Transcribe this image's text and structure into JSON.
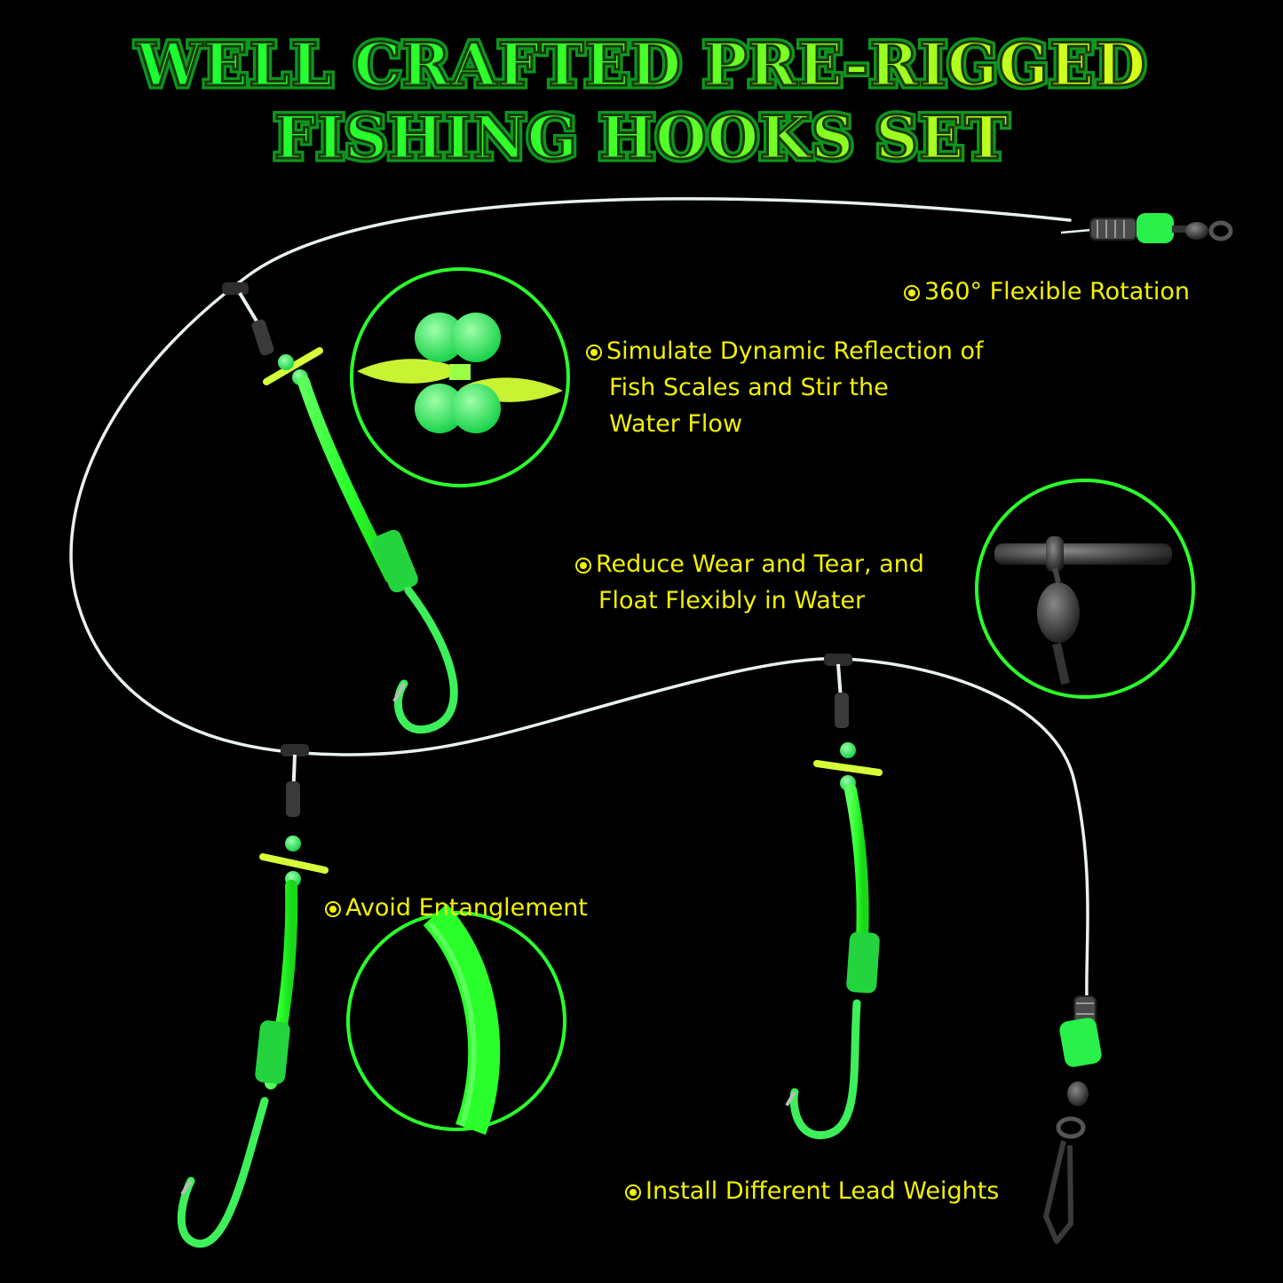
{
  "headline": {
    "line1": "WELL CRAFTED PRE-RIGGED",
    "line2": "FISHING HOOKS SET"
  },
  "features": {
    "rotation": {
      "text": "360° Flexible Rotation"
    },
    "reflection": {
      "line1": "Simulate Dynamic Reflection of",
      "line2": "Fish Scales and Stir the",
      "line3": "Water Flow"
    },
    "wear": {
      "line1": "Reduce Wear and Tear, and",
      "line2": "Float Flexibly in Water"
    },
    "entanglement": {
      "text": "Avoid Entanglement"
    },
    "weights": {
      "text": "Install Different Lead Weights"
    }
  },
  "colors": {
    "background": "#000000",
    "accent_green": "#3dff3d",
    "text_yellow": "#f2f200",
    "line_white": "#e8f0f0"
  }
}
